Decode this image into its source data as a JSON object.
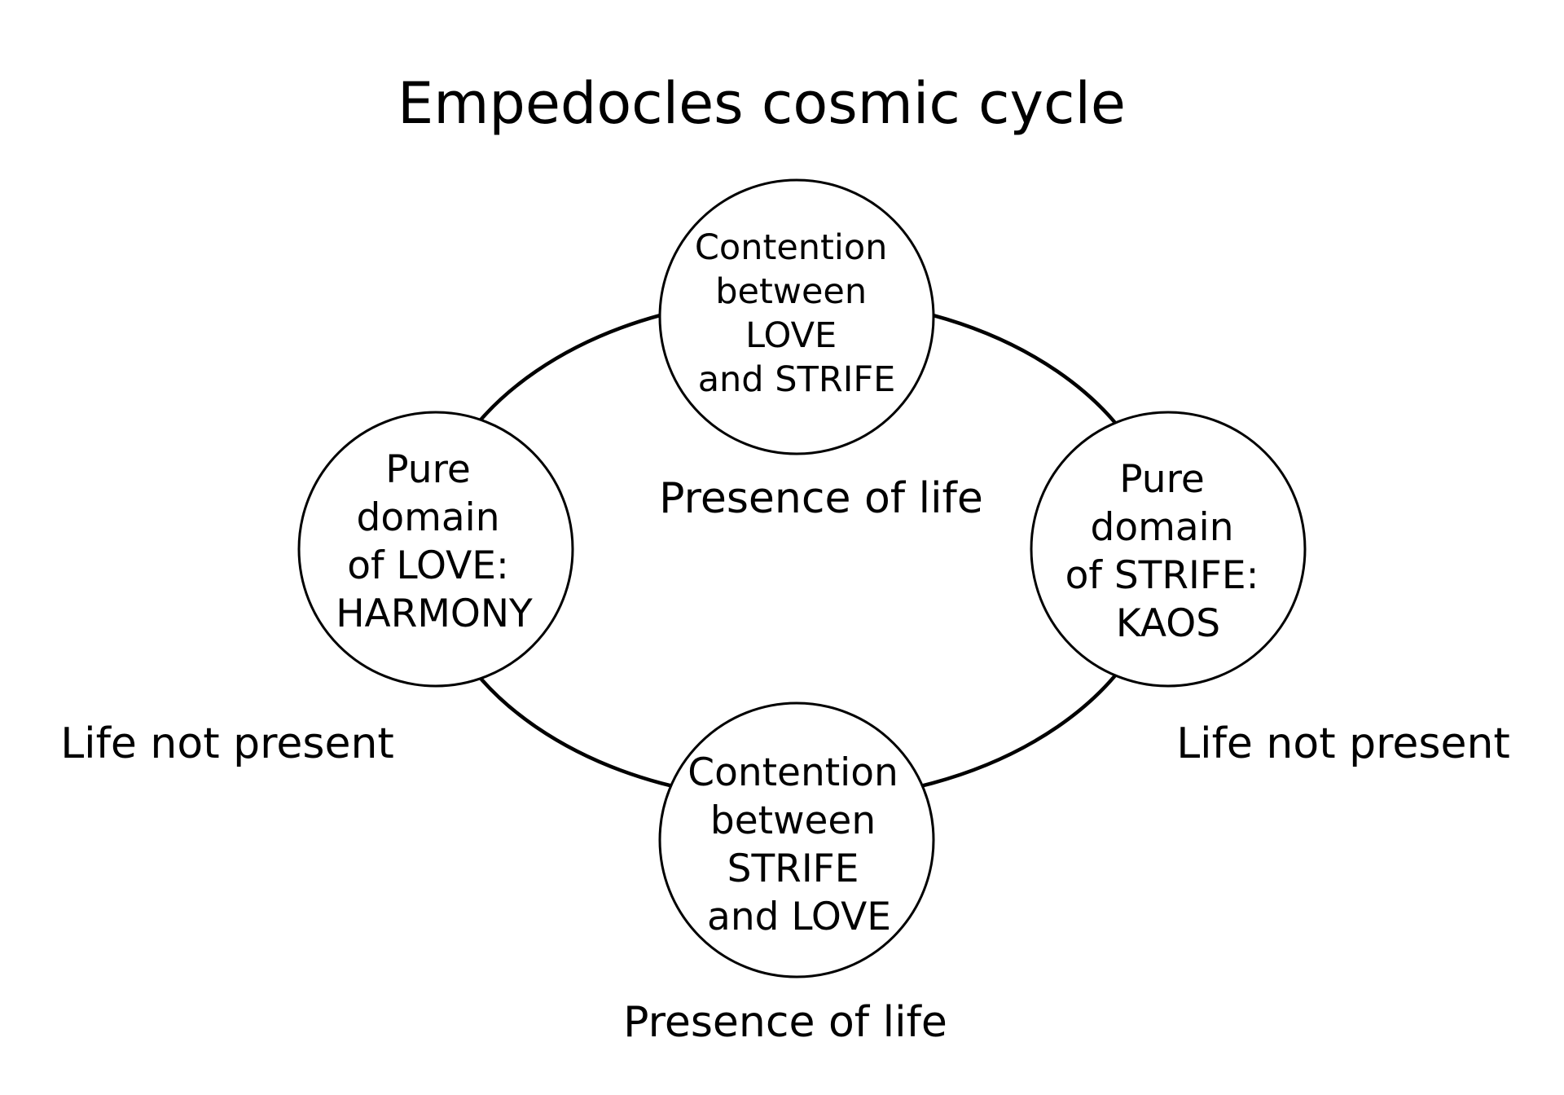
{
  "title": "Empedocles cosmic cycle",
  "nodes": {
    "top": {
      "lines": [
        "Contention",
        "between",
        "LOVE",
        "and STRIFE"
      ]
    },
    "left": {
      "lines": [
        "Pure",
        "domain",
        "of LOVE:",
        "HARMONY"
      ]
    },
    "right": {
      "lines": [
        "Pure",
        "domain",
        "of STRIFE:",
        "KAOS"
      ]
    },
    "bottom": {
      "lines": [
        "Contention",
        "between",
        "STRIFE",
        "and LOVE"
      ]
    }
  },
  "zones": {
    "upper_center": "Presence of life",
    "lower_center": "Presence of life",
    "left": "Life not present",
    "right": "Life not present"
  },
  "colors": {
    "stroke": "#000000",
    "background": "#ffffff",
    "text": "#000000"
  }
}
